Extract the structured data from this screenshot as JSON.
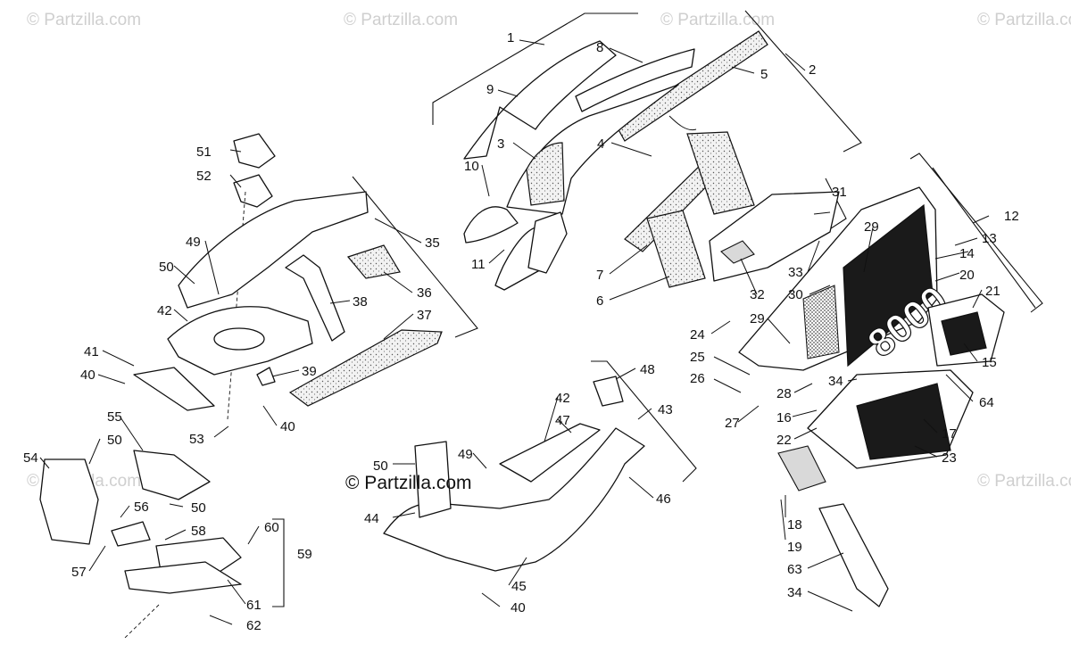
{
  "watermarks": {
    "w1": "© Partzilla.com",
    "w2": "© Partzilla.com",
    "w3": "© Partzilla.com",
    "w4": "© Partzilla.com",
    "w5": "© Partzilla.com",
    "w6": "© Partzilla.com",
    "center": "© Partzilla.com"
  },
  "decal_text": "8000",
  "callouts": {
    "c1": "1",
    "c2": "2",
    "c3": "3",
    "c4": "4",
    "c5": "5",
    "c6": "6",
    "c7": "7",
    "c8": "8",
    "c9": "9",
    "c10": "10",
    "c11": "11",
    "c12": "12",
    "c13": "13",
    "c14": "14",
    "c15": "15",
    "c16": "16",
    "c17": "17",
    "c18": "18",
    "c19": "19",
    "c20": "20",
    "c21": "21",
    "c22": "22",
    "c23": "23",
    "c24": "24",
    "c25": "25",
    "c26": "26",
    "c27": "27",
    "c28": "28",
    "c29a": "29",
    "c29b": "29",
    "c30": "30",
    "c31": "31",
    "c32": "32",
    "c33": "33",
    "c34a": "34",
    "c34b": "34",
    "c35": "35",
    "c36": "36",
    "c37": "37",
    "c38": "38",
    "c39": "39",
    "c40a": "40",
    "c40b": "40",
    "c40c": "40",
    "c41": "41",
    "c42a": "42",
    "c42b": "42",
    "c43": "43",
    "c44": "44",
    "c45": "45",
    "c46": "46",
    "c47": "47",
    "c48": "48",
    "c49a": "49",
    "c49b": "49",
    "c50a": "50",
    "c50b": "50",
    "c50c": "50",
    "c50d": "50",
    "c51": "51",
    "c52": "52",
    "c53": "53",
    "c54": "54",
    "c55": "55",
    "c56": "56",
    "c57": "57",
    "c58": "58",
    "c59": "59",
    "c60": "60",
    "c61": "61",
    "c62": "62",
    "c63": "63",
    "c64": "64"
  }
}
